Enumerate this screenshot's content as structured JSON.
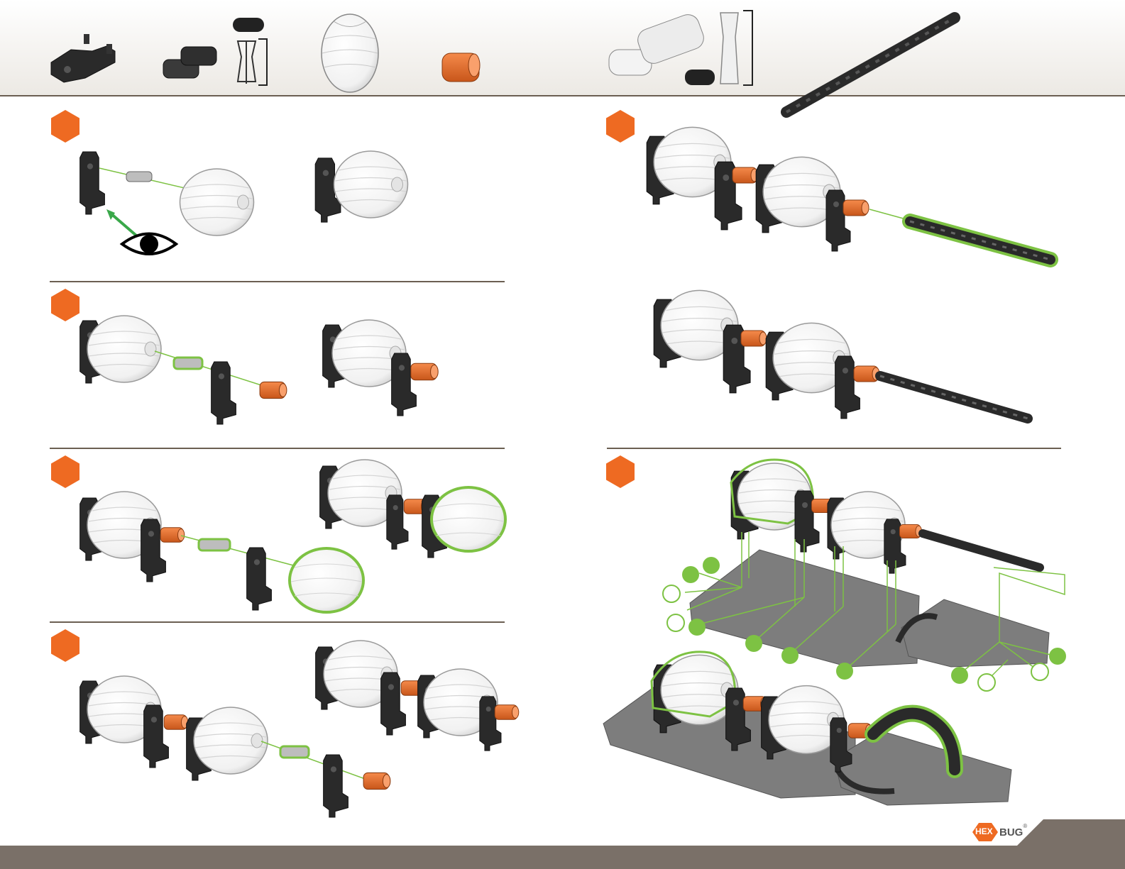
{
  "brand": {
    "hex": "HEX",
    "bug": "BUG",
    "mark": "®"
  },
  "colors": {
    "accent_orange": "#ee6a22",
    "highlight_green": "#7dc243",
    "part_black": "#2a2a2a",
    "divider": "#6b5f52",
    "footer": "#7a7068"
  },
  "parts_list": [
    {
      "name": "black-bracket-part"
    },
    {
      "name": "black-axle-connector-part"
    },
    {
      "name": "white-ball-part"
    },
    {
      "name": "orange-coupler-part"
    },
    {
      "name": "gray-axle-connector-part"
    },
    {
      "name": "black-chain-rod-part"
    }
  ],
  "steps": [
    {
      "name": "step-1"
    },
    {
      "name": "step-2"
    },
    {
      "name": "step-3"
    },
    {
      "name": "step-4"
    },
    {
      "name": "step-5"
    },
    {
      "name": "step-6"
    }
  ]
}
